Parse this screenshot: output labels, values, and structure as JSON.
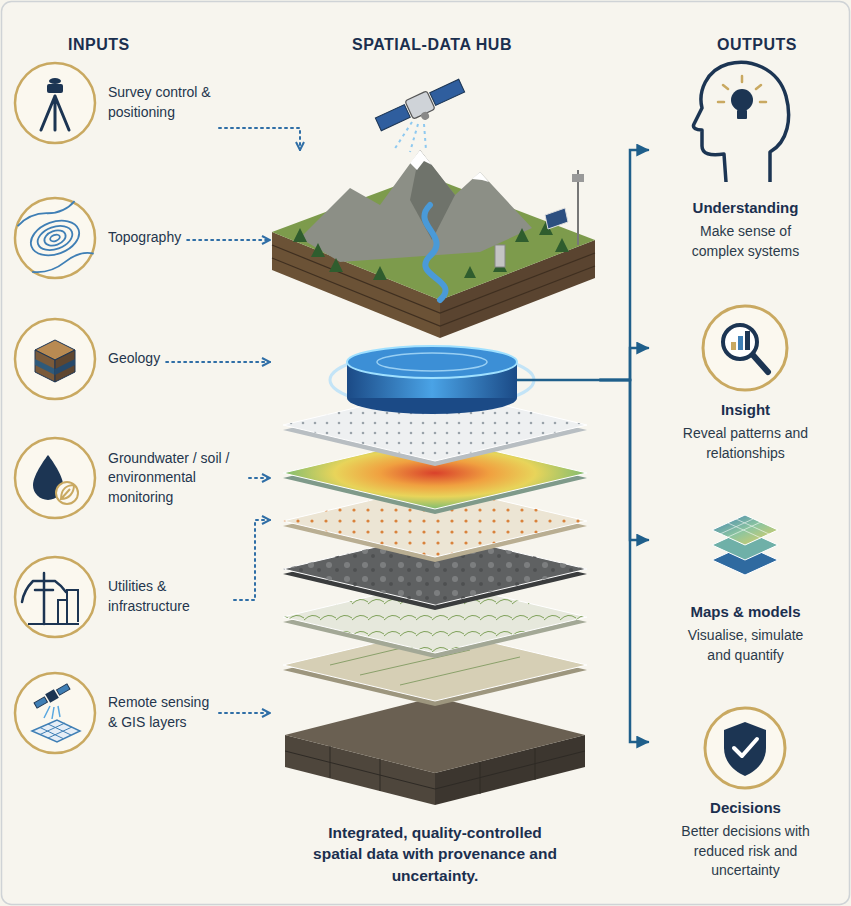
{
  "diagram": {
    "nodes": [
      {
        "text": [
          "Survey control & positioning"
        ]
      },
      {
        "text": [
          "Topography"
        ]
      },
      {
        "text": [
          "Geology"
        ]
      },
      {
        "text": [
          "Groundwater / soil / environmental monitoring"
        ]
      },
      {
        "text": [
          "Utilities & infrastructure"
        ]
      },
      {
        "text": [
          "Remote sensing & GIS layers"
        ]
      },
      {
        "text": [
          "Integrated, quality-controlled spatial data with provenance and uncertainty."
        ]
      },
      {
        "text": [
          "Understanding",
          "Make sense of complex systems"
        ]
      },
      {
        "text": [
          "Insight",
          "Reveal patterns and relationships"
        ]
      },
      {
        "text": [
          "Maps & models",
          "Visualise, simulate and quantify"
        ]
      },
      {
        "text": [
          "Decisions",
          "Better decisions with reduced risk and uncertainty"
        ]
      }
    ],
    "edges": [
      {
        "from": 0,
        "to": 6,
        "arrow": "to"
      },
      {
        "from": 1,
        "to": 6,
        "arrow": "to"
      },
      {
        "from": 2,
        "to": 6,
        "arrow": "to"
      },
      {
        "from": 3,
        "to": 6,
        "arrow": "to"
      },
      {
        "from": 4,
        "to": 6,
        "arrow": "to"
      },
      {
        "from": 5,
        "to": 6,
        "arrow": "to"
      },
      {
        "from": 6,
        "to": 7,
        "arrow": "to"
      },
      {
        "from": 6,
        "to": 8,
        "arrow": "to"
      },
      {
        "from": 6,
        "to": 9,
        "arrow": "to"
      },
      {
        "from": 6,
        "to": 10,
        "arrow": "to"
      }
    ],
    "labels": [
      "INPUTS",
      "SPATIAL-DATA HUB",
      "OUTPUTS"
    ]
  }
}
